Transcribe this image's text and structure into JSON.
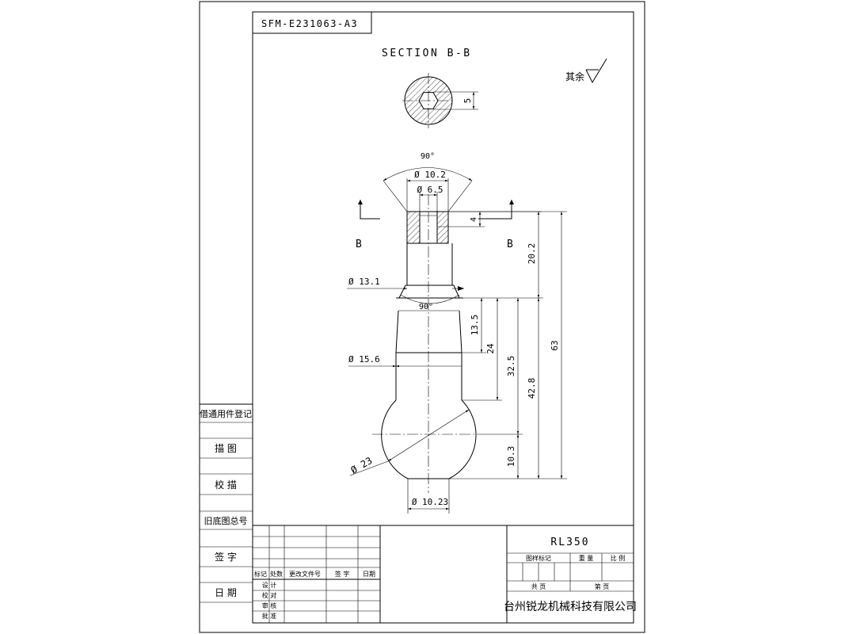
{
  "drawing_number": "SFM-E231063-A3",
  "section_title": "SECTION B-B",
  "roughness_note": "其余",
  "section_marks": {
    "left": "B",
    "right": "B"
  },
  "dimensions": {
    "hex_width": "5",
    "chamfer_angle_top": "90°",
    "dia_top": "Ø 10.2",
    "dia_hex": "Ø 6.5",
    "depth": "4",
    "len_20_2": "20.2",
    "dia_13_1": "Ø 13.1",
    "chamfer_angle_mid": "90°",
    "len_13_5": "13.5",
    "len_24": "24",
    "len_32_5": "32.5",
    "len_42_8": "42.8",
    "len_63": "63",
    "dia_15_6": "Ø 15.6",
    "dia_ball": "Ø 23",
    "len_10_3": "10.3",
    "dia_bottom": "Ø 10.23"
  },
  "left_panel": {
    "row1": "借通用件登记",
    "row2": "描 图",
    "row3": "校 描",
    "row4": "旧底图总号",
    "row5": "签 字",
    "row6": "日 期"
  },
  "revision_table": {
    "h_mark": "标记",
    "h_place": "处数",
    "h_doc": "更改文件号",
    "h_sign": "签 字",
    "h_date": "日期",
    "r_design": "设 计",
    "r_check": "校 对",
    "r_review": "审 核",
    "r_approve": "批 准"
  },
  "title_block": {
    "part_name": "RL350",
    "h_mark": "图样标记",
    "h_weight": "重 量",
    "h_scale": "比 例",
    "total": "共 页",
    "sheet": "第 页",
    "company": "台州锐龙机械科技有限公司"
  }
}
